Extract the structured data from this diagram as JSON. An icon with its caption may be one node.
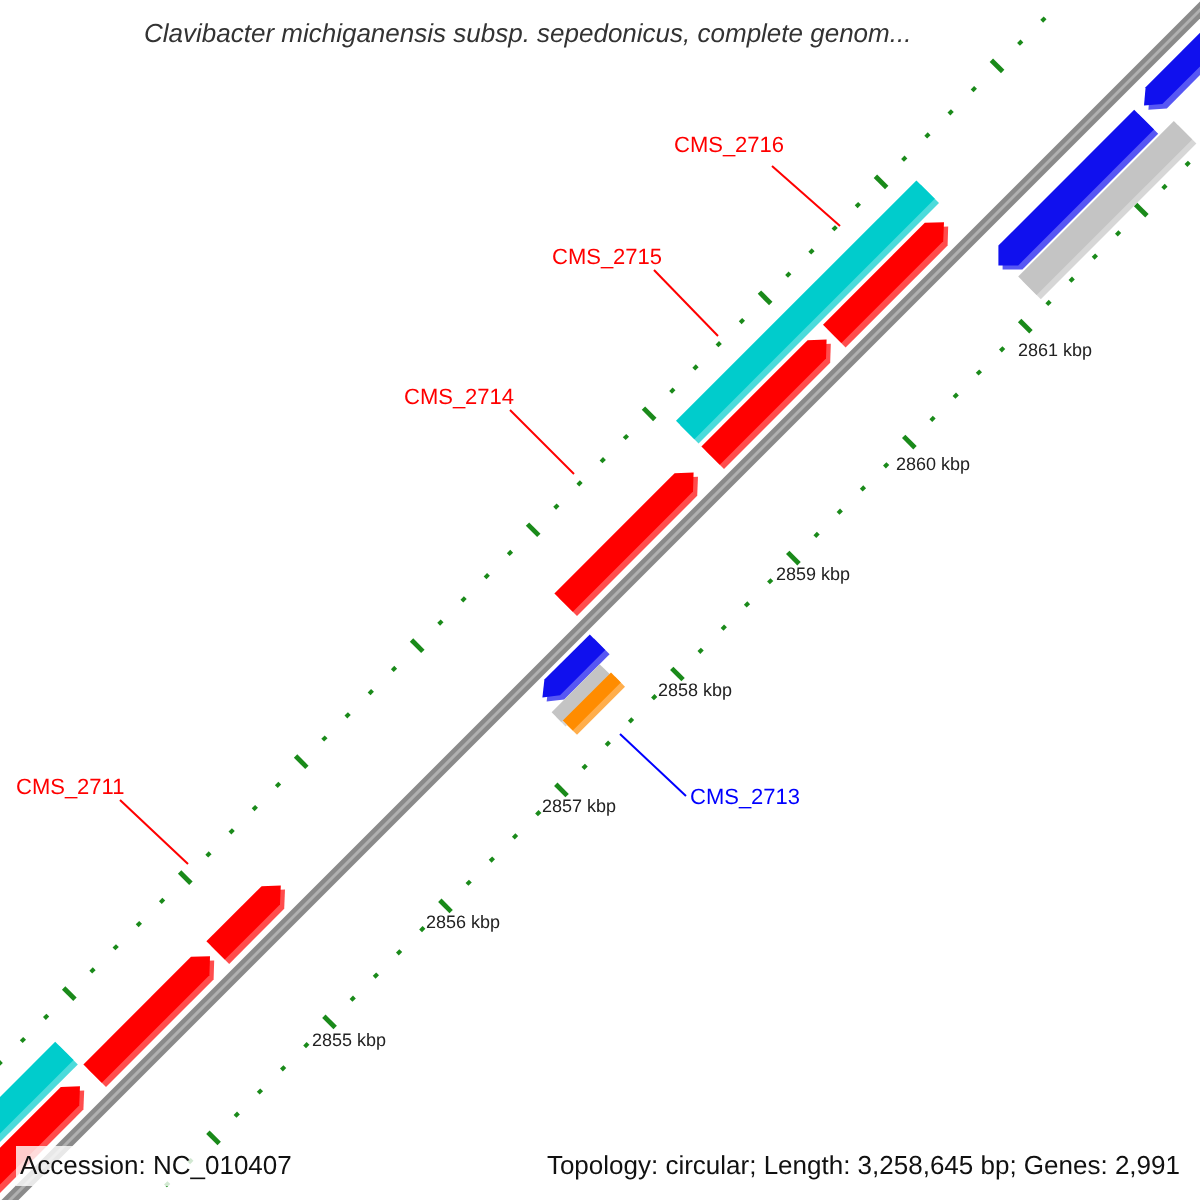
{
  "diagram": {
    "title": "Clavibacter michiganensis subsp. sepedonicus, complete genom...",
    "nodes": [
      {
        "text": [
          "CMS_2716"
        ]
      },
      {
        "text": [
          "CMS_2715"
        ]
      },
      {
        "text": [
          "CMS_2714"
        ]
      },
      {
        "text": [
          "CMS_2711"
        ]
      },
      {
        "text": [
          "CMS_2713"
        ]
      }
    ],
    "edges": [
      {
        "from": 0,
        "to": null,
        "arrow": "none"
      },
      {
        "from": 1,
        "to": null,
        "arrow": "none"
      },
      {
        "from": 2,
        "to": null,
        "arrow": "none"
      },
      {
        "from": 3,
        "to": null,
        "arrow": "none"
      },
      {
        "from": 4,
        "to": null,
        "arrow": "none",
        "color": "#0000ff"
      }
    ],
    "labels": [
      "2861 kbp",
      "2860 kbp",
      "2859 kbp",
      "2858 kbp",
      "2857 kbp",
      "2856 kbp",
      "2855 kbp",
      "Accession: NC_010407",
      "Topology: circular; Length: 3,258,645 bp; Genes: 2,991"
    ]
  }
}
